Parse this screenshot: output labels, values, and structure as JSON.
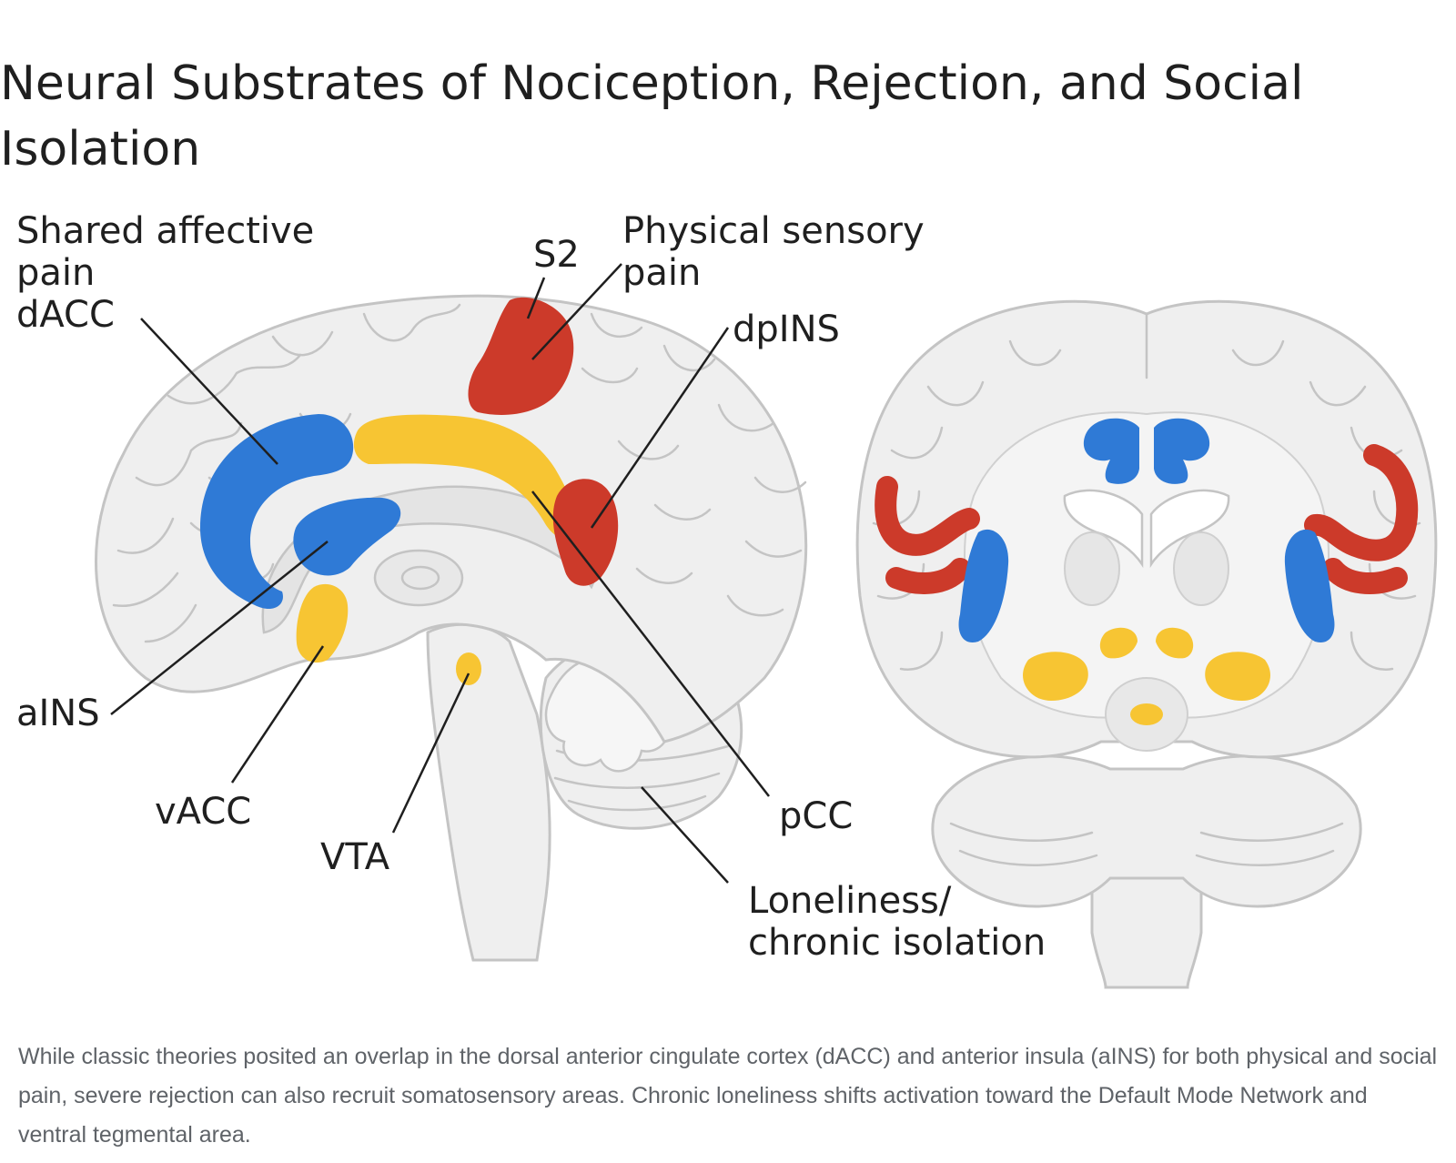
{
  "title": "Neural Substrates of Nociception, Rejection, and Social Isolation",
  "labels": {
    "shared_affective": [
      "Shared affective",
      "pain"
    ],
    "dacc": "dACC",
    "s2": "S2",
    "physical_sensory": [
      "Physical sensory",
      "pain"
    ],
    "dpins": "dpINS",
    "ains": "aINS",
    "vacc": "vACC",
    "vta": "VTA",
    "pcc": "pCC",
    "loneliness": [
      "Loneliness/",
      "chronic isolation"
    ]
  },
  "caption": "While classic theories posited an overlap in the dorsal anterior cingulate cortex (dACC) and anterior insula (aINS) for both physical and social pain, severe rejection can also recruit somatosensory areas. Chronic loneliness shifts activation toward the Default Mode Network and ventral tegmental area.",
  "colors": {
    "shared_affective": "#2f7ad6",
    "physical_sensory": "#cc3a2a",
    "loneliness": "#f7c533",
    "brain_fill": "#efefef",
    "brain_stroke": "#c4c4c4"
  }
}
